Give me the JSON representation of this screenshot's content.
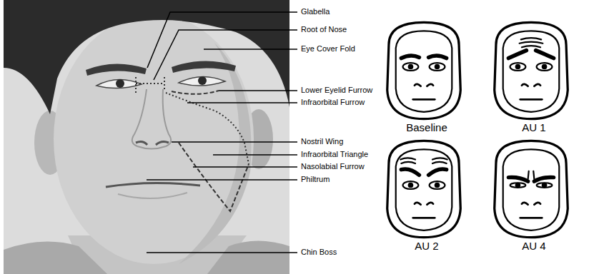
{
  "diagram": {
    "nodes": [
      {
        "text": [
          "Baseline"
        ]
      },
      {
        "text": [
          "AU 1"
        ]
      },
      {
        "text": [
          "AU 2"
        ]
      },
      {
        "text": [
          "AU 4"
        ]
      }
    ],
    "labels": [
      "Glabella",
      "Root of Nose",
      "Eye Cover Fold",
      "Lower Eyelid Furrow",
      "Infraorbital Furrow",
      "Nostril Wing",
      "Infraorbital Triangle",
      "Nasolabial Furrow",
      "Philtrum",
      "Chin Boss"
    ]
  }
}
